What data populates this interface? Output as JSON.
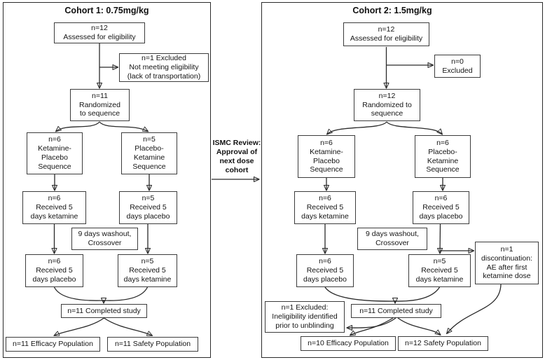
{
  "cohort1": {
    "title": "Cohort 1: 0.75mg/kg",
    "boxes": {
      "assessed": "n=12\nAssessed for eligibility",
      "excluded": "n=1 Excluded\nNot meeting eligibility\n(lack of transportation)",
      "randomized": "n=11\nRandomized\nto sequence",
      "seq_ketamine_placebo": "n=6\nKetamine-\nPlacebo\nSequence",
      "seq_placebo_ketamine": "n=5\nPlacebo-\nKetamine\nSequence",
      "period1_ketamine": "n=6\nReceived 5\ndays ketamine",
      "period1_placebo": "n=5\nReceived 5\ndays placebo",
      "washout": "9 days washout,\nCrossover",
      "period2_placebo": "n=6\nReceived 5\ndays placebo",
      "period2_ketamine": "n=5\nReceived 5\ndays ketamine",
      "completed": "n=11 Completed study",
      "efficacy": "n=11 Efficacy Population",
      "safety": "n=11 Safety Population"
    }
  },
  "ismc_note": "ISMC Review:\nApproval of\nnext dose\ncohort",
  "cohort2": {
    "title": "Cohort 2: 1.5mg/kg",
    "boxes": {
      "assessed": "n=12\nAssessed for eligibility",
      "excluded": "n=0\nExcluded",
      "randomized": "n=12\nRandomized to\nsequence",
      "seq_ketamine_placebo": "n=6\nKetamine-\nPlacebo\nSequence",
      "seq_placebo_ketamine": "n=6\nPlacebo-\nKetamine\nSequence",
      "period1_ketamine": "n=6\nReceived 5\ndays ketamine",
      "period1_placebo": "n=6\nReceived 5\ndays placebo",
      "washout": "9 days washout,\nCrossover",
      "period2_placebo": "n=6\nReceived 5\ndays placebo",
      "period2_ketamine": "n=5\nReceived 5\ndays ketamine",
      "discontinuation": "n=1\ndiscontinuation:\nAE after first\nketamine dose",
      "excluded_unblinding": "n=1 Excluded:\nIneligibility identified\nprior to unblinding",
      "completed": "n=11 Completed study",
      "efficacy": "n=10 Efficacy Population",
      "safety": "n=12 Safety Population"
    }
  },
  "colors": {
    "line": "#2a2a2a",
    "box_border": "#3c3c3c",
    "text": "#141414",
    "background": "#ffffff"
  }
}
